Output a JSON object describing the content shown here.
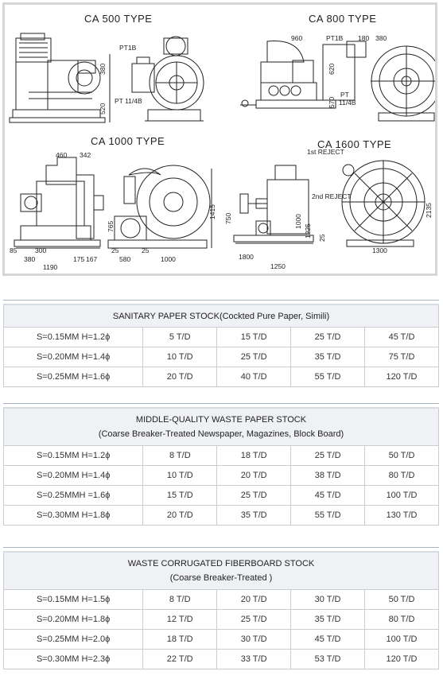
{
  "drawing": {
    "types": {
      "ca500": "CA 500 TYPE",
      "ca800": "CA 800 TYPE",
      "ca1000": "CA 1000 TYPE",
      "ca1600": "CA 1600 TYPE"
    },
    "labels": {
      "ca500_pt18": "PT1B",
      "ca500_pt114b": "PT 11/4B",
      "ca500_380": "380",
      "ca500_520": "520",
      "ca800_960": "960",
      "ca800_pt18": "PT1B",
      "ca800_180": "180",
      "ca800_380": "380",
      "ca800_620": "620",
      "ca800_570": "570",
      "ca800_pt": "PT",
      "ca800_114b": "11/4B",
      "ca1000_460": "460",
      "ca1000_342": "342",
      "ca1000_765": "765",
      "ca1000_1415": "1415",
      "ca1000_85": "85",
      "ca1000_300": "300",
      "ca1000_380": "380",
      "ca1000_1190": "1190",
      "ca1000_175": "175",
      "ca1000_167": "167",
      "ca1000_25a": "25",
      "ca1000_25b": "25",
      "ca1000_580": "580",
      "ca1000_1000": "1000",
      "ca1600_1st": "1st REJECT",
      "ca1600_2nd": "2nd REJECT",
      "ca1600_750": "750",
      "ca1600_1000": "1000",
      "ca1600_1225": "1225",
      "ca1600_25": "25",
      "ca1600_1800": "1800",
      "ca1600_1250": "1250",
      "ca1600_1300": "1300",
      "ca1600_2135": "2135"
    }
  },
  "tables": [
    {
      "title": "SANITARY PAPER STOCK(Cockted Pure Paper, Simili)",
      "subtitle": "",
      "rows": [
        {
          "cond": "S=0.15MM H=1.2ϕ",
          "vals": [
            "5 T/D",
            "15 T/D",
            "25 T/D",
            "45 T/D"
          ]
        },
        {
          "cond": "S=0.20MM H=1.4ϕ",
          "vals": [
            "10 T/D",
            "25 T/D",
            "35 T/D",
            "75 T/D"
          ]
        },
        {
          "cond": "S=0.25MM H=1.6ϕ",
          "vals": [
            "20 T/D",
            "40 T/D",
            "55 T/D",
            "120 T/D"
          ]
        }
      ]
    },
    {
      "title": "MIDDLE-QUALITY WASTE PAPER STOCK",
      "subtitle": "(Coarse Breaker-Treated Newspaper, Magazines, Block Board)",
      "rows": [
        {
          "cond": "S=0.15MM H=1.2ϕ",
          "vals": [
            "8 T/D",
            "18 T/D",
            "25 T/D",
            "50 T/D"
          ]
        },
        {
          "cond": "S=0.20MM H=1.4ϕ",
          "vals": [
            "10 T/D",
            "20 T/D",
            "38 T/D",
            "80 T/D"
          ]
        },
        {
          "cond": "S=0.25MMH =1.6ϕ",
          "vals": [
            "15 T/D",
            "25 T/D",
            "45 T/D",
            "100 T/D"
          ]
        },
        {
          "cond": "S=0.30MM H=1.8ϕ",
          "vals": [
            "20 T/D",
            "35 T/D",
            "55 T/D",
            "130 T/D"
          ]
        }
      ]
    },
    {
      "title": "WASTE CORRUGATED FIBERBOARD STOCK",
      "subtitle": "(Coarse Breaker-Treated )",
      "rows": [
        {
          "cond": "S=0.15MM H=1.5ϕ",
          "vals": [
            "8 T/D",
            "20 T/D",
            "30 T/D",
            "50 T/D"
          ]
        },
        {
          "cond": "S=0.20MM H=1.8ϕ",
          "vals": [
            "12 T/D",
            "25 T/D",
            "35 T/D",
            "80 T/D"
          ]
        },
        {
          "cond": "S=0.25MM H=2.0ϕ",
          "vals": [
            "18 T/D",
            "30 T/D",
            "45 T/D",
            "100 T/D"
          ]
        },
        {
          "cond": "S=0.30MM H=2.3ϕ",
          "vals": [
            "22 T/D",
            "33 T/D",
            "53 T/D",
            "120 T/D"
          ]
        }
      ]
    }
  ]
}
